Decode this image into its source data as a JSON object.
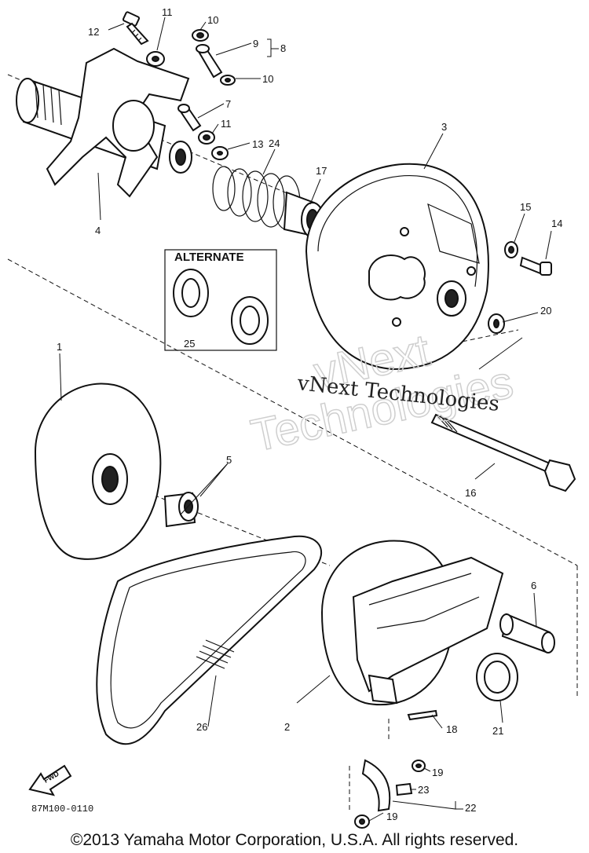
{
  "callouts": {
    "c1": "1",
    "c2": "2",
    "c3": "3",
    "c4": "4",
    "c5": "5",
    "c6": "6",
    "c7": "7",
    "c8": "8",
    "c9": "9",
    "c10a": "10",
    "c10b": "10",
    "c11a": "11",
    "c11b": "11",
    "c12": "12",
    "c13": "13",
    "c14": "14",
    "c15": "15",
    "c16": "16",
    "c17": "17",
    "c18": "18",
    "c19a": "19",
    "c19b": "19",
    "c20": "20",
    "c21": "21",
    "c22": "22",
    "c23": "23",
    "c24": "24",
    "c25": "25",
    "c26": "26"
  },
  "alternate_label": "ALTERNATE",
  "fwd_label": "FWD",
  "diagram_code": "87M100-0110",
  "watermark": {
    "line1": "vNext Technologies",
    "outline1": "vNext",
    "outline2": "Technologies"
  },
  "copyright": "©2013 Yamaha Motor Corporation, U.S.A. All rights reserved."
}
